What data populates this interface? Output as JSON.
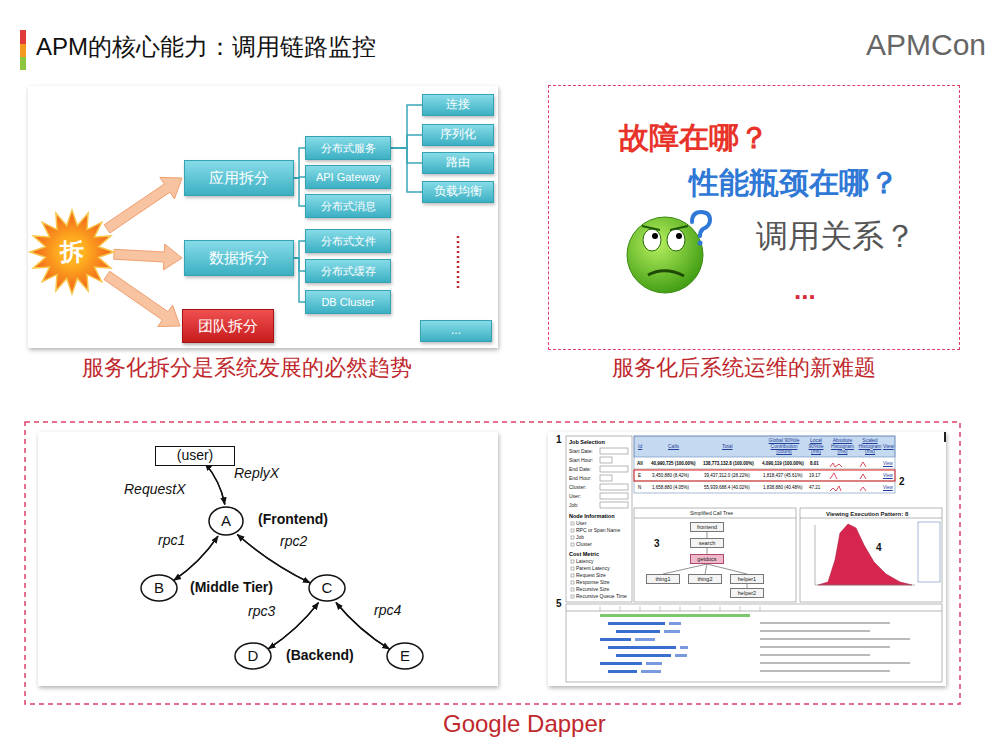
{
  "diagram": {
    "title": "APM的核心能力：调用链路监控",
    "caption": "Google Dapper",
    "nodes": [
      {
        "text": [
          "拆"
        ]
      },
      {
        "text": [
          "应用拆分"
        ]
      },
      {
        "text": [
          "数据拆分"
        ]
      },
      {
        "text": [
          "团队拆分"
        ]
      },
      {
        "text": [
          "分布式服务"
        ]
      },
      {
        "text": [
          "API Gateway"
        ]
      },
      {
        "text": [
          "分布式消息"
        ]
      },
      {
        "text": [
          "分布式文件"
        ]
      },
      {
        "text": [
          "分布式缓存"
        ]
      },
      {
        "text": [
          "DB Cluster"
        ]
      },
      {
        "text": [
          "连接"
        ]
      },
      {
        "text": [
          "序列化"
        ]
      },
      {
        "text": [
          "路由"
        ]
      },
      {
        "text": [
          "负载均衡"
        ]
      },
      {
        "text": [
          "..."
        ]
      },
      {
        "text": [
          "故障在哪？",
          "性能瓶颈在哪？",
          "调用关系？",
          "..."
        ]
      },
      {
        "text": [
          "(user)"
        ]
      },
      {
        "text": [
          "A"
        ]
      },
      {
        "text": [
          "B"
        ]
      },
      {
        "text": [
          "C"
        ]
      },
      {
        "text": [
          "D"
        ]
      },
      {
        "text": [
          "E"
        ]
      },
      {
        "text": [
          "frontend"
        ]
      },
      {
        "text": [
          "search"
        ]
      },
      {
        "text": [
          "getdocs"
        ]
      },
      {
        "text": [
          "thing1"
        ]
      },
      {
        "text": [
          "thing2"
        ]
      },
      {
        "text": [
          "helper1"
        ]
      },
      {
        "text": [
          "helper2"
        ]
      }
    ],
    "edges": [
      {
        "from": 0,
        "to": 1,
        "arrow": "to"
      },
      {
        "from": 0,
        "to": 2,
        "arrow": "to"
      },
      {
        "from": 0,
        "to": 3,
        "arrow": "to"
      },
      {
        "from": 1,
        "to": 4,
        "arrow": "none"
      },
      {
        "from": 1,
        "to": 5,
        "arrow": "none"
      },
      {
        "from": 1,
        "to": 6,
        "arrow": "none"
      },
      {
        "from": 2,
        "to": 7,
        "arrow": "none"
      },
      {
        "from": 2,
        "to": 8,
        "arrow": "none"
      },
      {
        "from": 2,
        "to": 9,
        "arrow": "none"
      },
      {
        "from": 4,
        "to": 10,
        "arrow": "none"
      },
      {
        "from": 4,
        "to": 11,
        "arrow": "none"
      },
      {
        "from": 4,
        "to": 12,
        "arrow": "none"
      },
      {
        "from": 4,
        "to": 13,
        "arrow": "none"
      },
      {
        "from": 16,
        "to": 17,
        "label": "RequestX",
        "arrow": "to"
      },
      {
        "from": 17,
        "to": 16,
        "label": "ReplyX",
        "arrow": "to"
      },
      {
        "from": 17,
        "to": 18,
        "label": "rpc1",
        "arrow": "to"
      },
      {
        "from": 18,
        "to": 17,
        "arrow": "to"
      },
      {
        "from": 17,
        "to": 19,
        "label": "rpc2",
        "arrow": "to"
      },
      {
        "from": 19,
        "to": 17,
        "arrow": "to"
      },
      {
        "from": 19,
        "to": 20,
        "label": "rpc3",
        "arrow": "to"
      },
      {
        "from": 20,
        "to": 19,
        "arrow": "to"
      },
      {
        "from": 19,
        "to": 21,
        "label": "rpc4",
        "arrow": "to"
      },
      {
        "from": 21,
        "to": 19,
        "arrow": "to"
      },
      {
        "from": 22,
        "to": 23,
        "arrow": "none"
      },
      {
        "from": 23,
        "to": 24,
        "arrow": "none"
      },
      {
        "from": 24,
        "to": 25,
        "arrow": "none"
      },
      {
        "from": 24,
        "to": 26,
        "arrow": "none"
      },
      {
        "from": 24,
        "to": 27,
        "arrow": "none"
      },
      {
        "from": 27,
        "to": 28,
        "arrow": "none"
      }
    ],
    "labels": [
      "APMCon",
      "服务化拆分是系统发展的必然趋势",
      "服务化后系统运维的新难题",
      "(Frontend)",
      "(Middle Tier)",
      "(Backend)",
      "1",
      "2",
      "3",
      "4",
      "5",
      "Job Selection",
      "Start Date:",
      "Start Hour:",
      "End Date:",
      "End Hour:",
      "Cluster:",
      "User:",
      "Job:",
      "Node Information",
      "User",
      "RPC or Span Name",
      "Job",
      "Cluster",
      "Cost Metric",
      "Latency",
      "Parent Latency",
      "Request Size",
      "Response Size",
      "Recursive Size",
      "Recursive Queue Time",
      "Id",
      "Calls",
      "Total",
      "Global 90%ile Contribution (count)",
      "Local 90%ile (ms)",
      "Absolute Histogram (ms)",
      "Scaled Histogram (ms)",
      "View",
      "All",
      "40,990,725 (100.00%)",
      "138,773,132.8 (100.00%)",
      "4,090,119 (100.00%)",
      "8.01",
      "View",
      "E",
      "3,450,880 (8.42%)",
      "39,437,312.0 (28.22%)",
      "1,818,437 (45.61%)",
      "19.17",
      "View",
      "N",
      "1,658,880 (4.05%)",
      "55,939,688.4 (40.02%)",
      "1,838,880 (40.48%)",
      "47.21",
      "View",
      "Simplified Call Tree",
      "Viewing Execution Pattern: 8"
    ]
  }
}
